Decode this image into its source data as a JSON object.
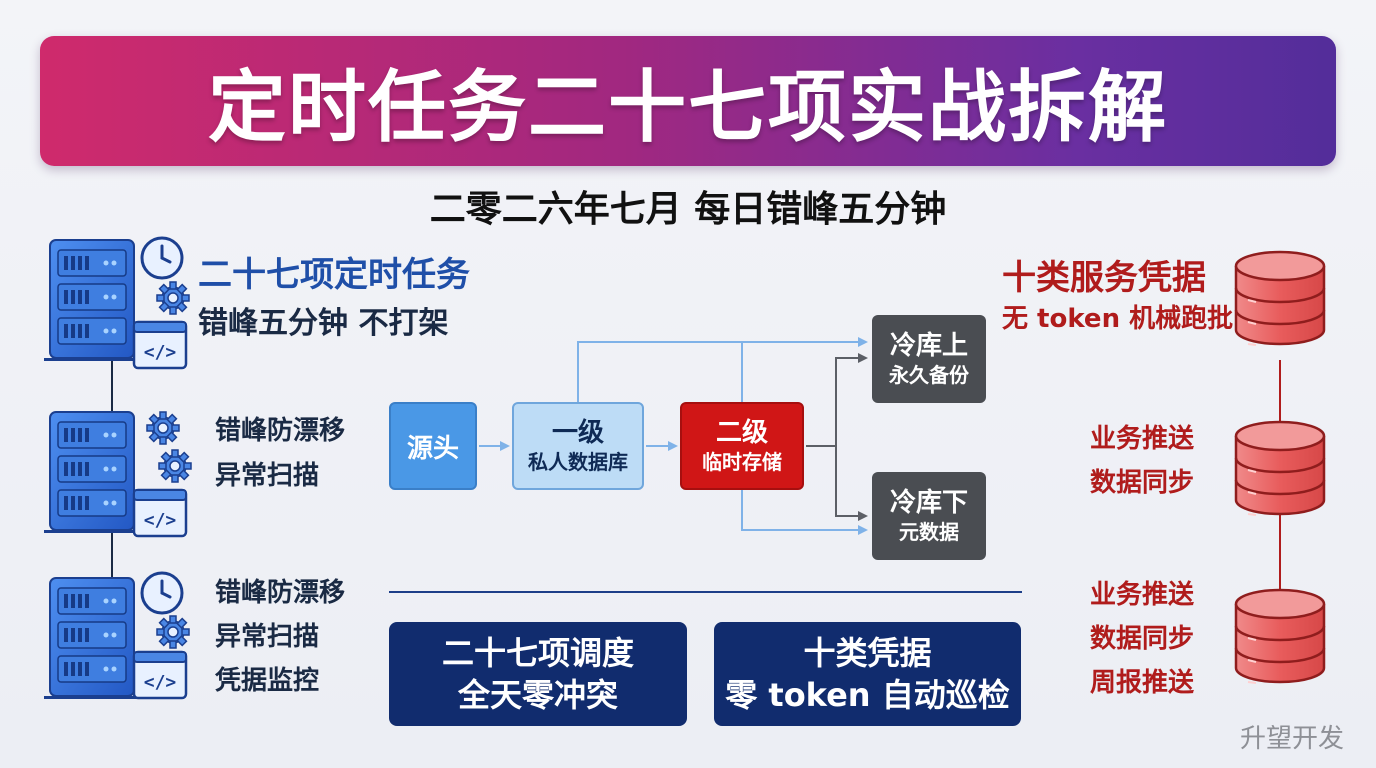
{
  "banner": {
    "title": "定时任务二十七项实战拆解"
  },
  "subtitle": "二零二六年七月 每日错峰五分钟",
  "left": {
    "title": "二十七项定时任务",
    "subtitle": "错峰五分钟 不打架",
    "group2": [
      "错峰防漂移",
      "异常扫描"
    ],
    "group3": [
      "错峰防漂移",
      "异常扫描",
      "凭据监控"
    ]
  },
  "flow": {
    "source": "源头",
    "level1": {
      "title": "一级",
      "sub": "私人数据库"
    },
    "level2": {
      "title": "二级",
      "sub": "临时存储"
    },
    "cold_up": {
      "title": "冷库上",
      "sub": "永久备份"
    },
    "cold_down": {
      "title": "冷库下",
      "sub": "元数据"
    }
  },
  "bottom": {
    "box1": {
      "line1": "二十七项调度",
      "line2": "全天零冲突"
    },
    "box2": {
      "line1": "十类凭据",
      "line2": "零 token 自动巡检"
    }
  },
  "right": {
    "title": "十类服务凭据",
    "subtitle": "无 token 机械跑批",
    "group2": [
      "业务推送",
      "数据同步"
    ],
    "group3": [
      "业务推送",
      "数据同步",
      "周报推送"
    ]
  },
  "watermark": "升望开发",
  "colors": {
    "banner_start": "#cf2a6c",
    "banner_end": "#532d9a",
    "blue_accent": "#1f4fa8",
    "red_accent": "#b01c1c",
    "navy": "#112c6e",
    "server_blue": "#2f6fd6",
    "db_red": "#e85c5c"
  },
  "icons": [
    "server-rack-icon",
    "clock-icon",
    "gear-icon",
    "code-window-icon",
    "database-icon",
    "arrow-icon"
  ]
}
